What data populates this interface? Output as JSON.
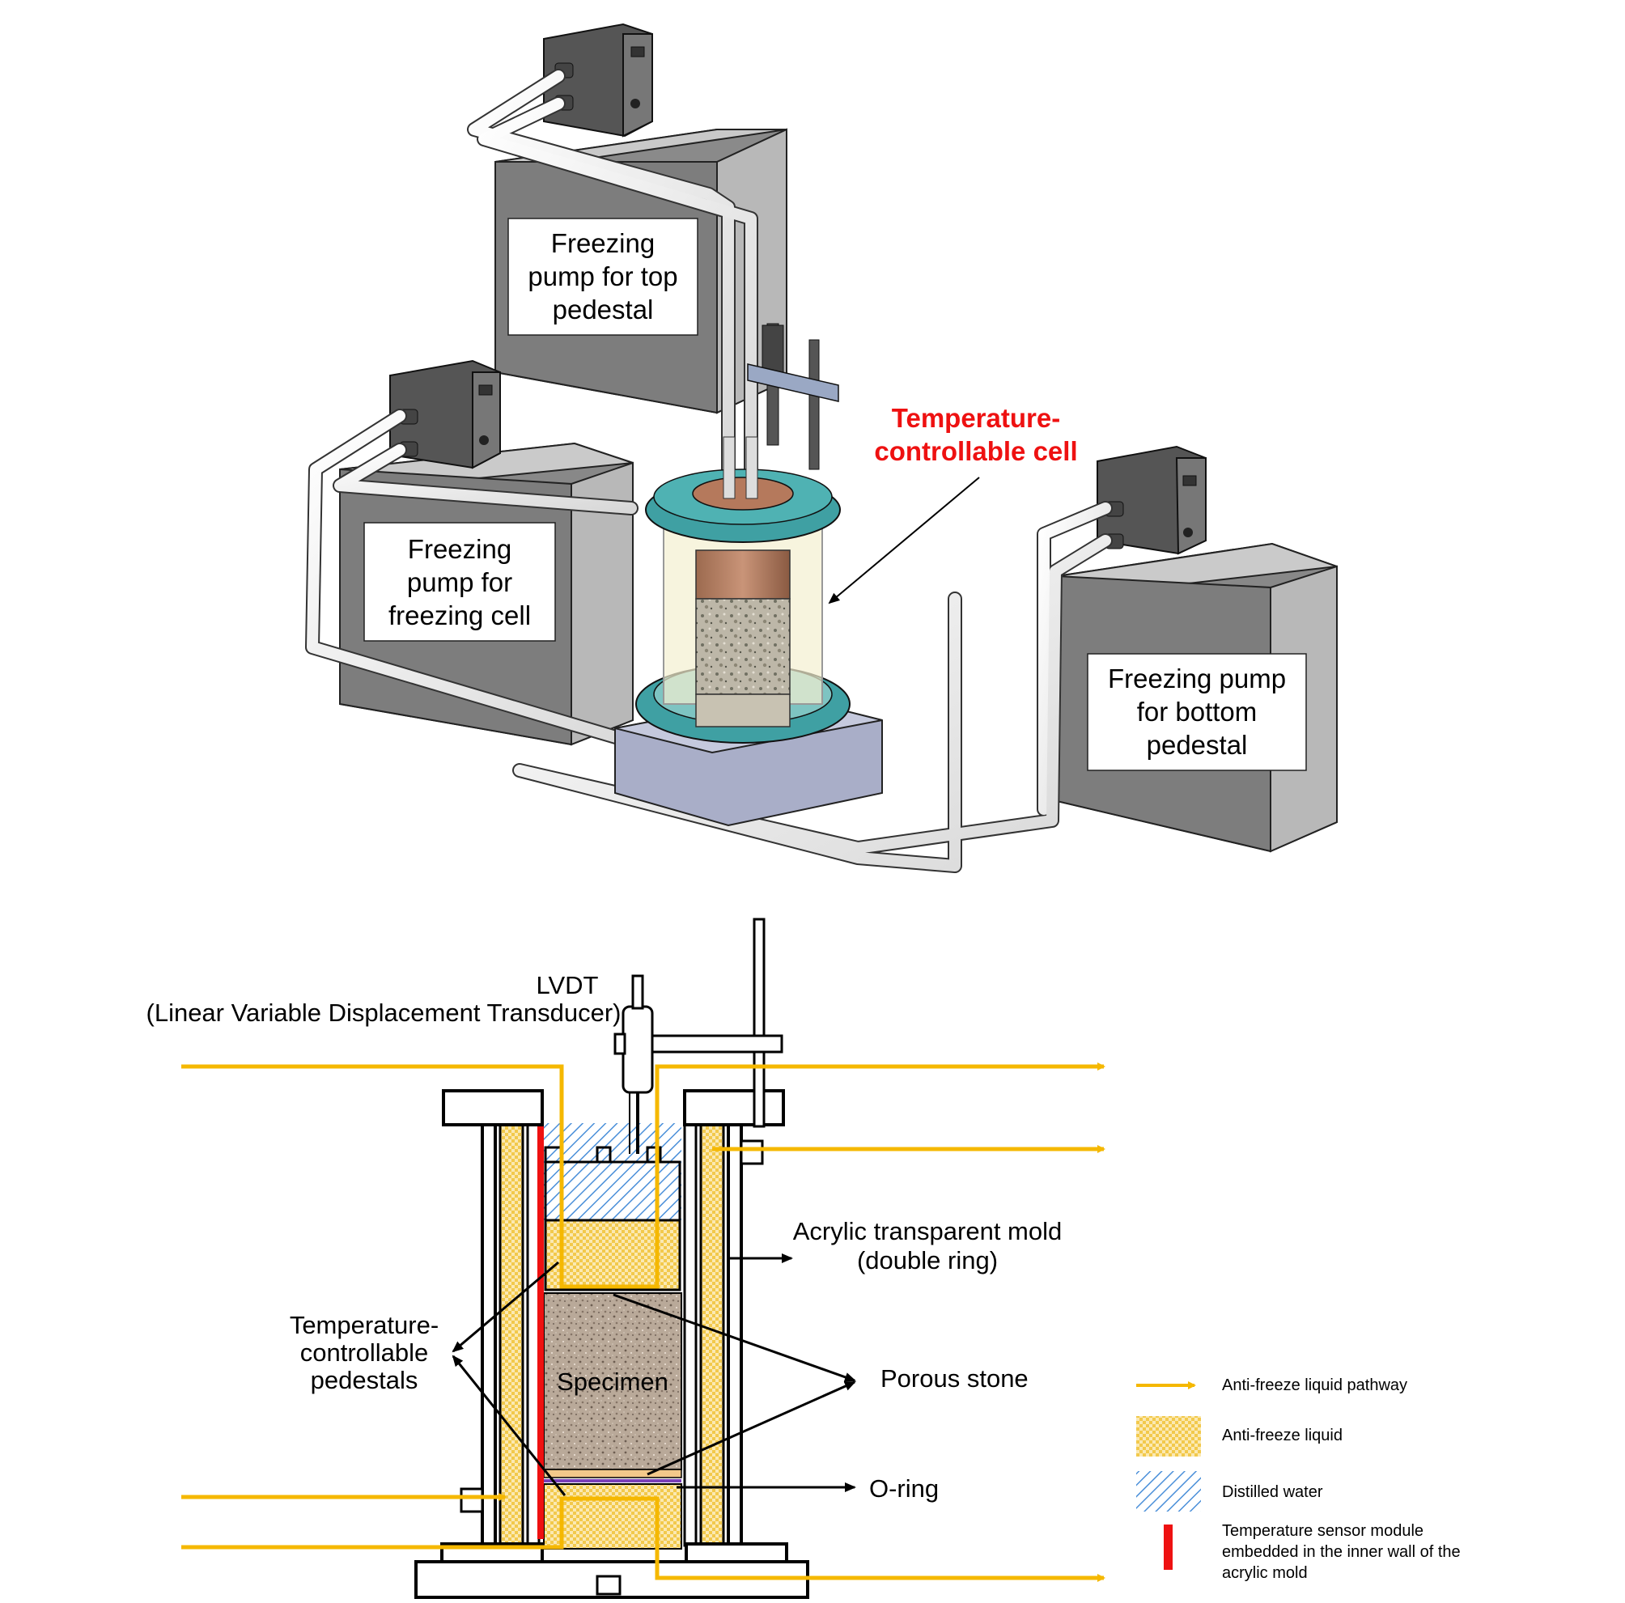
{
  "apparatus": {
    "pump_top": [
      "Freezing",
      "pump for top",
      "pedestal"
    ],
    "pump_cell": [
      "Freezing",
      "pump for",
      "freezing cell"
    ],
    "pump_bottom": [
      "Freezing pump",
      "for bottom",
      "pedestal"
    ],
    "cell_label": [
      "Temperature-",
      "controllable cell"
    ]
  },
  "schematic": {
    "lvdt": [
      "LVDT",
      "(Linear Variable Displacement Transducer)"
    ],
    "mold": [
      "Acrylic transparent mold",
      "(double ring)"
    ],
    "pedestals": [
      "Temperature-",
      "controllable",
      "pedestals"
    ],
    "specimen": "Specimen",
    "porous_stone": "Porous stone",
    "o_ring": "O-ring"
  },
  "legend": [
    {
      "key": "pathway",
      "lines": [
        "Anti-freeze liquid pathway"
      ]
    },
    {
      "key": "antifreeze",
      "lines": [
        "Anti-freeze liquid"
      ]
    },
    {
      "key": "water",
      "lines": [
        "Distilled water"
      ]
    },
    {
      "key": "sensor",
      "lines": [
        "Temperature sensor module",
        "embedded in the inner wall of the",
        "acrylic mold"
      ]
    }
  ],
  "colors": {
    "antifreeze_line": "#f5b800",
    "antifreeze_fill": "#f4d67a",
    "distilled_water": "#4a8fd9",
    "sensor": "#ee1111",
    "cell_label": "#ee1111"
  }
}
